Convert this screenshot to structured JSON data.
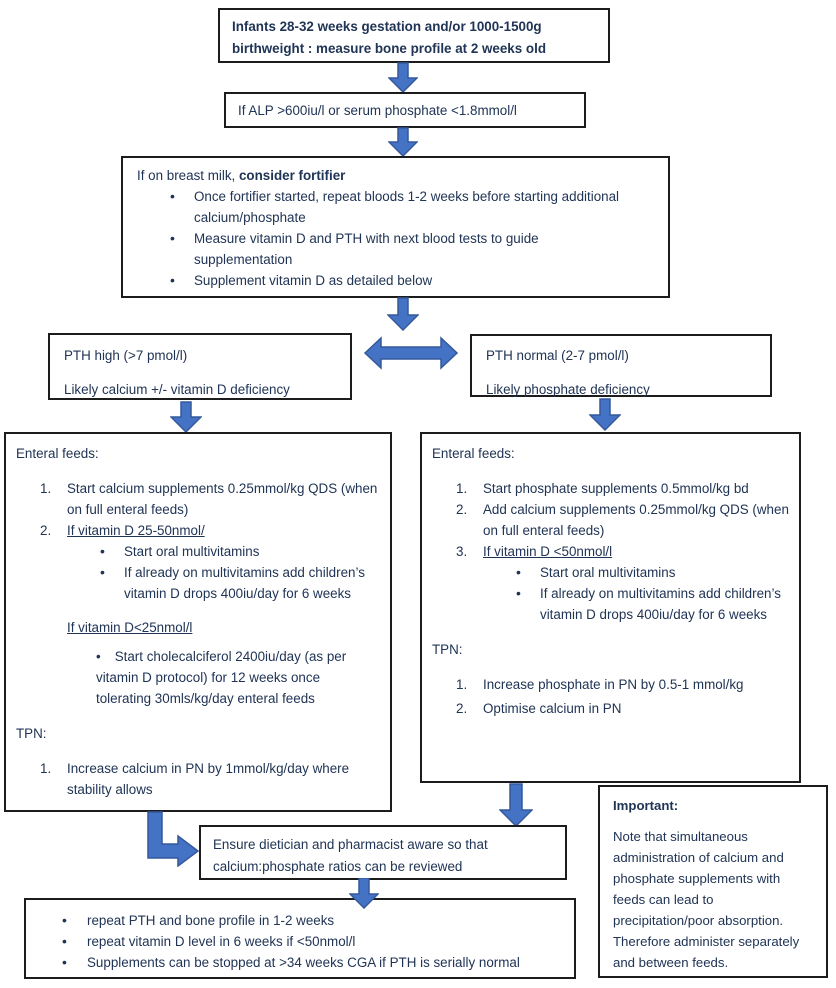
{
  "colors": {
    "arrow_blue": "#4472C4",
    "arrow_outline": "#35599C",
    "text_navy": "#203455",
    "box_border": "#1C1C1C",
    "background": "#FFFFFF"
  },
  "start_box": {
    "line1": "Infants 28-32 weeks gestation and/or 1000-1500g",
    "line2": "birthweight : measure bone profile at 2 weeks old"
  },
  "alp_box": {
    "text": "If ALP >600iu/l or serum phosphate <1.8mmol/l"
  },
  "fortifier_box": {
    "intro_regular": "If on breast milk, ",
    "intro_bold": "consider fortifier",
    "bullet1": "Once fortifier started, repeat bloods 1-2 weeks before starting additional calcium/phosphate",
    "bullet2": "Measure vitamin D and PTH with next blood tests to guide supplementation",
    "bullet3": "Supplement vitamin D as detailed below"
  },
  "pth_high_box": {
    "line1": "PTH high (>7 pmol/l)",
    "line2": "Likely calcium +/- vitamin D deficiency"
  },
  "pth_normal_box": {
    "line1": "PTH normal (2-7 pmol/l)",
    "line2": "Likely phosphate deficiency"
  },
  "calcium_pathway": {
    "heading": "Enteral feeds:",
    "item1_num": "1.",
    "item1_text": "Start calcium supplements 0.25mmol/kg QDS (when on full enteral feeds)",
    "item2_num": "2.",
    "item2_text": "If vitamin D 25-50nmol/",
    "item2_sub1": "Start oral multivitamins",
    "item2_sub2": "If already on multivitamins add children’s vitamin D drops 400iu/day for 6 weeks",
    "subheading": "If vitamin D<25nmol/l",
    "sub_bullet": "Start cholecalciferol 2400iu/day (as per vitamin D protocol) for 12 weeks once tolerating 30mls/kg/day enteral feeds",
    "tpn_heading": "TPN:",
    "tpn1_num": "1.",
    "tpn1_text": "Increase calcium in PN by 1mmol/kg/day where stability allows"
  },
  "phosphate_pathway": {
    "heading": "Enteral feeds:",
    "item1_num": "1.",
    "item1_text": "Start phosphate supplements 0.5mmol/kg bd",
    "item2_num": "2.",
    "item2_text": "Add calcium supplements 0.25mmol/kg QDS (when on full enteral feeds)",
    "item3_num": "3.",
    "item3_text": "If vitamin D <50nmol/l",
    "item3_sub1": "Start oral multivitamins",
    "item3_sub2": "If already on multivitamins add children’s vitamin D drops 400iu/day for 6 weeks",
    "tpn_heading": "TPN:",
    "tpn1_num": "1.",
    "tpn1_text": "Increase phosphate in PN by 0.5-1 mmol/kg",
    "tpn2_num": "2.",
    "tpn2_text": "Optimise calcium in PN"
  },
  "ensure_box": {
    "text": "Ensure dietician and pharmacist aware so that calcium:phosphate ratios can be reviewed"
  },
  "followup_box": {
    "bullet1": "repeat PTH and bone profile in 1-2 weeks",
    "bullet2": "repeat vitamin D level in 6 weeks if <50nmol/l",
    "bullet3": "Supplements can be stopped at >34 weeks CGA if PTH is serially normal"
  },
  "important_box": {
    "heading": "Important:",
    "body": "Note that simultaneous administration of calcium and phosphate supplements with feeds can lead to precipitation/poor absorption. Therefore administer separately and between feeds."
  }
}
